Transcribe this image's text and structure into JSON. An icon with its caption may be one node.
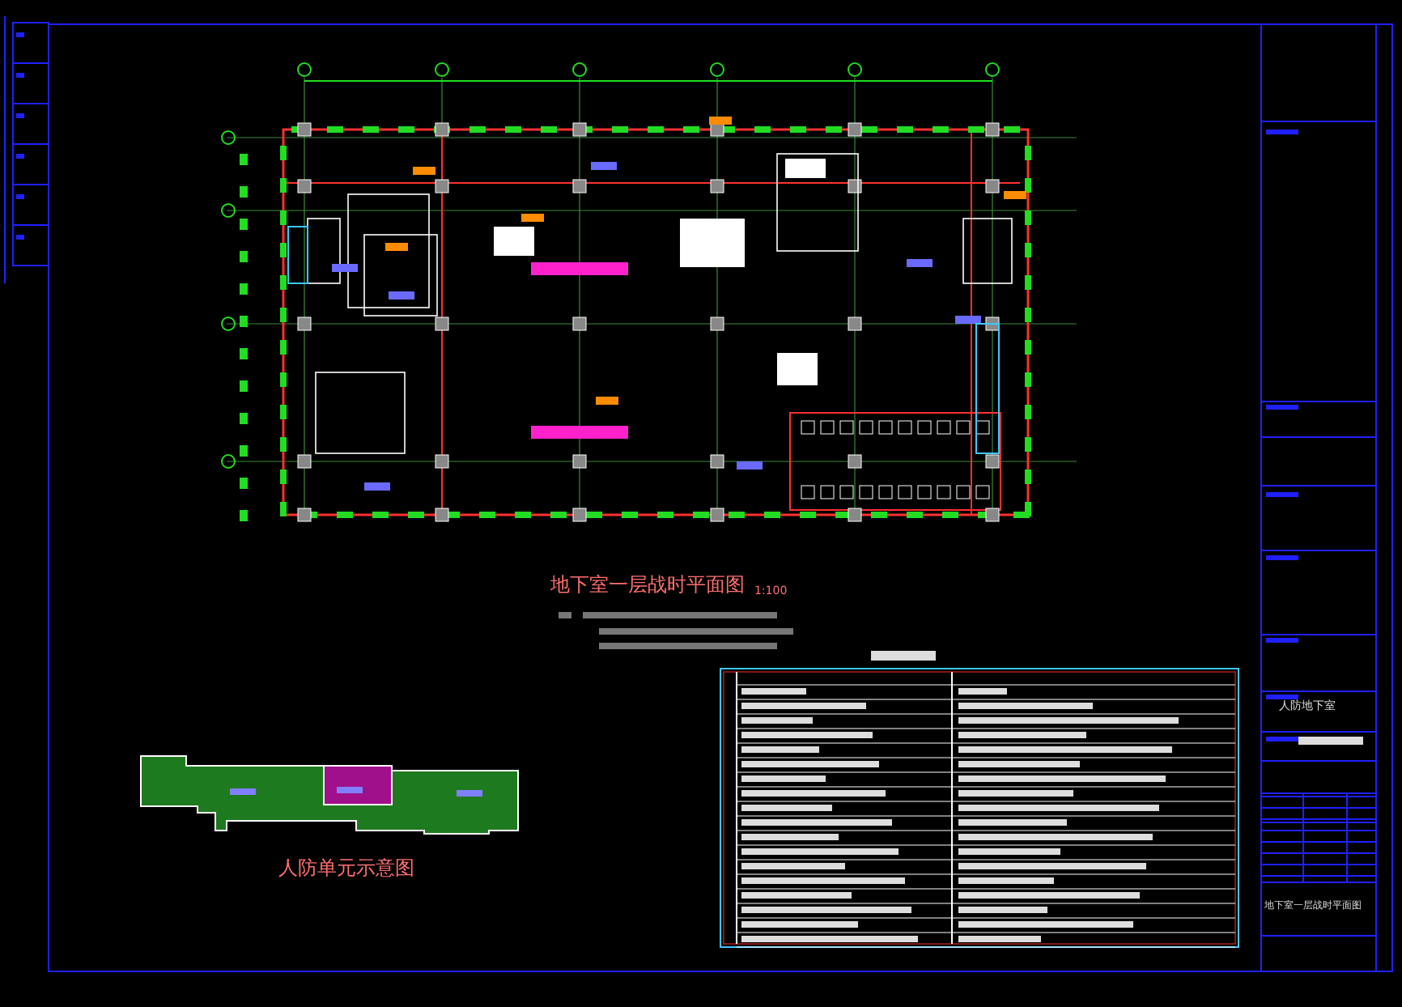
{
  "diagram": {
    "title": "地下室一层战时平面图",
    "labels": [
      "1:100",
      "人防单元示意图",
      "人防地下室",
      "地下室一层战时平面图"
    ]
  }
}
